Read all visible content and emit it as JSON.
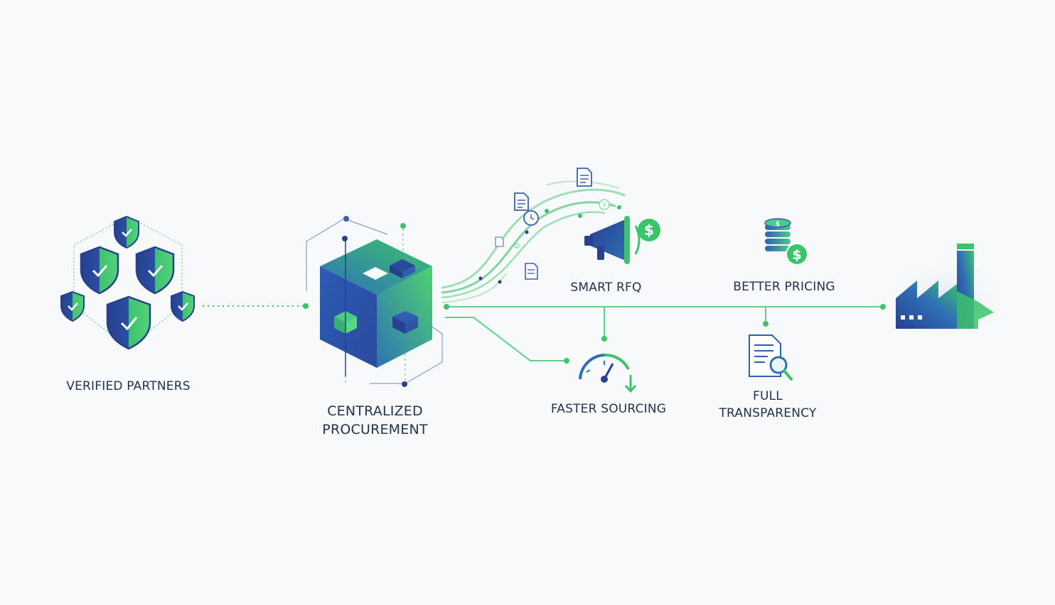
{
  "diagram": {
    "nodes": {
      "verified_partners": {
        "label": "VERIFIED PARTNERS",
        "icon": "shield-check-cluster-icon"
      },
      "centralized_procurement": {
        "label_lines": [
          "CENTRALIZED",
          "PROCUREMENT"
        ],
        "icon": "cube-icon"
      },
      "smart_rfq": {
        "label": "SMART RFQ",
        "icon": "megaphone-dollar-icon"
      },
      "better_pricing": {
        "label": "BETTER PRICING",
        "icon": "coin-stack-dollar-icon"
      },
      "faster_sourcing": {
        "label": "FASTER SOURCING",
        "icon": "speedometer-icon"
      },
      "full_transparency": {
        "label_lines": [
          "FULL",
          "TRANSPARENCY"
        ],
        "icon": "document-magnifier-icon"
      },
      "factory": {
        "icon": "factory-icon"
      }
    },
    "colors": {
      "navy": "#27408f",
      "blue": "#2f5fb3",
      "green": "#3cc46b",
      "line_green": "#5fcf8a",
      "text": "#22324f"
    }
  }
}
